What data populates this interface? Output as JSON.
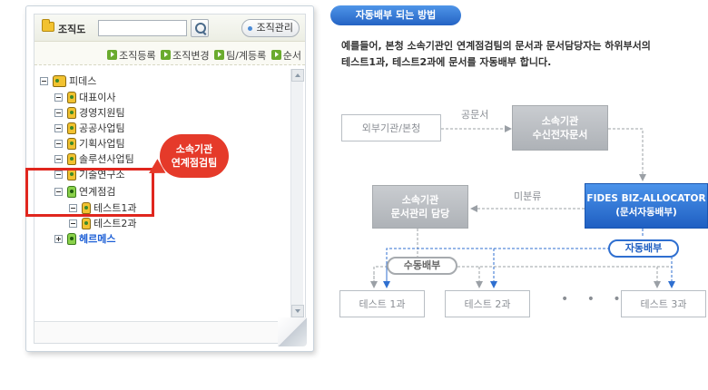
{
  "toolbar": {
    "title": "조직도",
    "search_value": "",
    "manage_label": "조직관리"
  },
  "actions": [
    {
      "label": "조직등록"
    },
    {
      "label": "조직변경"
    },
    {
      "label": "팀/계등록"
    },
    {
      "label": "순서"
    }
  ],
  "tree": {
    "root": "피데스",
    "children": [
      "대표이사",
      "경영지원팀",
      "공공사업팀",
      "기획사업팀",
      "솔루션사업팀",
      "기술연구소",
      "연계점검"
    ],
    "sub_children": [
      "테스트1과",
      "테스트2과"
    ],
    "last": "헤르메스"
  },
  "callout": {
    "line1": "소속기관",
    "line2": "연계점검팀"
  },
  "diagram": {
    "section_title": "자동배부 되는 방법",
    "desc_line1": "예를들어, 본청 소속기관인 연계점검팀의 문서과 문서담당자는 하위부서의",
    "desc_line2": "테스트1과, 테스트2과에 문서를 자동배부 합니다.",
    "external": "외부기관/본청",
    "official_doc": "공문서",
    "receiver_line1": "소속기관",
    "receiver_line2": "수신전자문서",
    "unassigned": "미분류",
    "manager_line1": "소속기관",
    "manager_line2": "문서관리 담당",
    "allocator_line1": "FIDES BIZ-ALLOCATOR",
    "allocator_line2": "(문서자동배부)",
    "auto": "자동배부",
    "manual": "수동배부",
    "test1": "테스트 1과",
    "test2": "테스트 2과",
    "test3": "테스트 3과",
    "dots": "• • •"
  },
  "colors": {
    "accent_blue": "#2463c4",
    "highlight_red": "#e0261e",
    "grey_box": "#aeb2b7",
    "action_green": "#6aab2e"
  }
}
